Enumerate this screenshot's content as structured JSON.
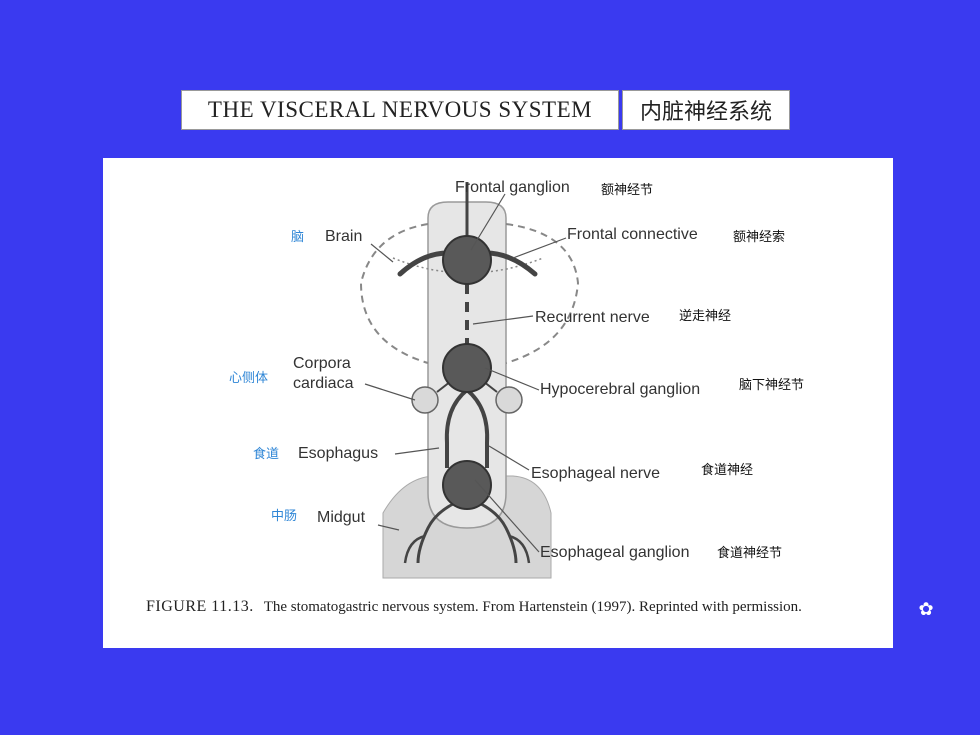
{
  "slide": {
    "title_en": "THE VISCERAL NERVOUS SYSTEM",
    "title_zh": "内脏神经系统"
  },
  "diagram": {
    "labels": {
      "frontal_ganglion": "Frontal ganglion",
      "frontal_ganglion_zh": "额神经节",
      "brain": "Brain",
      "brain_zh": "脑",
      "frontal_connective": "Frontal connective",
      "frontal_connective_zh": "额神经索",
      "recurrent_nerve": "Recurrent nerve",
      "recurrent_nerve_zh": "逆走神经",
      "corpora_line1": "Corpora",
      "corpora_line2": "cardiaca",
      "corpora_zh": "心侧体",
      "hypocerebral_ganglion": "Hypocerebral ganglion",
      "hypocerebral_ganglion_zh": "脑下神经节",
      "esophagus": "Esophagus",
      "esophagus_zh": "食道",
      "esophageal_nerve": "Esophageal nerve",
      "esophageal_nerve_zh": "食道神经",
      "midgut": "Midgut",
      "midgut_zh": "中肠",
      "esophageal_ganglion": "Esophageal ganglion",
      "esophageal_ganglion_zh": "食道神经节"
    },
    "caption": {
      "figure": "FIGURE 11.13.",
      "text": "The stomatogastric nervous system. From Hartenstein (1997). Reprinted with permission."
    },
    "colors": {
      "background": "#3a3af0",
      "ganglion": "#595959",
      "tube": "#d6d6d6",
      "chinese_blue": "#2f86d6"
    }
  }
}
